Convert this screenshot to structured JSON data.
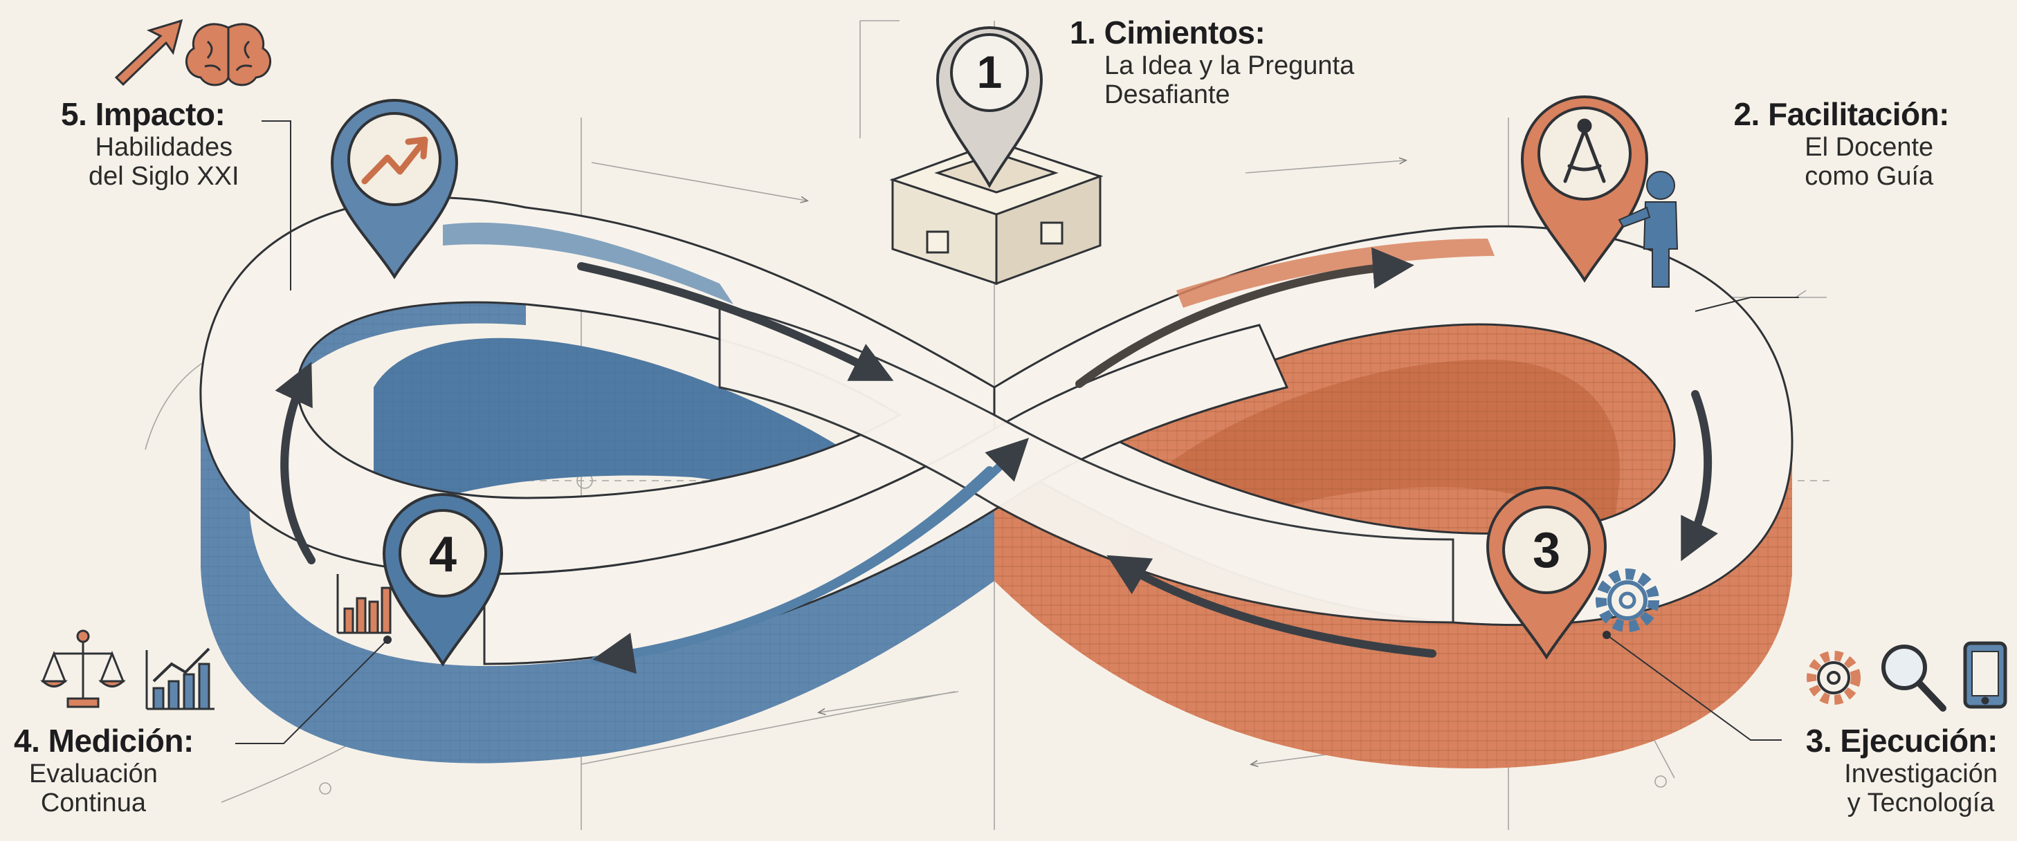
{
  "stages": [
    {
      "id": 1,
      "number": "1",
      "title": "1. Cimientos:",
      "subtitle": [
        "La Idea y la Pregunta",
        "Desafiante"
      ]
    },
    {
      "id": 2,
      "number": "2",
      "title": "2. Facilitación:",
      "subtitle": [
        "El Docente",
        "como Guía"
      ]
    },
    {
      "id": 3,
      "number": "3",
      "title": "3. Ejecución:",
      "subtitle": [
        "Investigación",
        "y Tecnología"
      ]
    },
    {
      "id": 4,
      "number": "4",
      "title": "4. Medición:",
      "subtitle": [
        "Evaluación",
        "Continua"
      ]
    },
    {
      "id": 5,
      "number": "5",
      "title": "5. Impacto:",
      "subtitle": [
        "Habilidades",
        "del Siglo XXI"
      ]
    }
  ],
  "colors": {
    "background": "#f6f1e8",
    "blue_track": "#5f86ad",
    "blue_dark": "#3e6387",
    "orange_track": "#d8825f",
    "orange_dark": "#b9653f",
    "track_top": "#f7f3ec",
    "ink": "#2f3236"
  },
  "icons": {
    "stage1": "pedestal-box-icon",
    "stage2": [
      "compass-icon",
      "teacher-icon"
    ],
    "stage3": [
      "gear-icon",
      "magnifier-icon",
      "tablet-icon"
    ],
    "stage4": [
      "bar-chart-icon",
      "scales-icon",
      "line-chart-icon"
    ],
    "stage5": [
      "growth-arrow-icon",
      "brain-icon",
      "trend-arrow-icon"
    ]
  }
}
